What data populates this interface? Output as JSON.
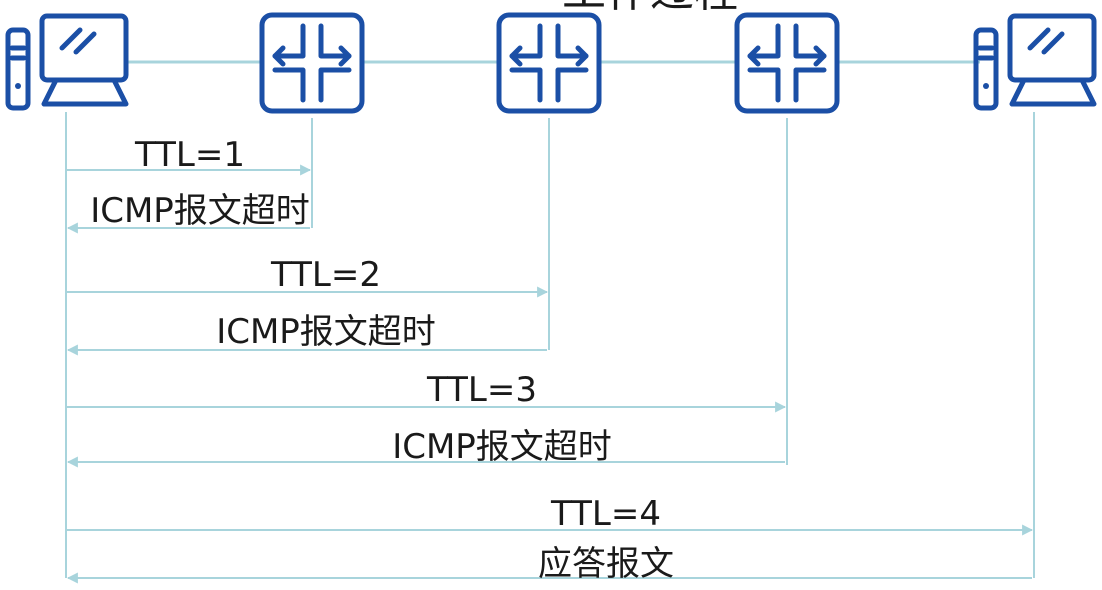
{
  "title": "工作过程",
  "colors": {
    "icon": "#1b4fa6",
    "line": "#a8d4dc",
    "text": "#1a1a1a",
    "background": "#ffffff"
  },
  "nodes": [
    {
      "id": "host-src",
      "icon": "computer-icon"
    },
    {
      "id": "router-1",
      "icon": "router-icon"
    },
    {
      "id": "router-2",
      "icon": "router-icon"
    },
    {
      "id": "router-3",
      "icon": "router-icon"
    },
    {
      "id": "host-dst",
      "icon": "computer-icon"
    }
  ],
  "exchanges": [
    {
      "from": "host-src",
      "to": "router-1",
      "request": "TTL=1",
      "reply": "ICMP报文超时"
    },
    {
      "from": "host-src",
      "to": "router-2",
      "request": "TTL=2",
      "reply": "ICMP报文超时"
    },
    {
      "from": "host-src",
      "to": "router-3",
      "request": "TTL=3",
      "reply": "ICMP报文超时"
    },
    {
      "from": "host-src",
      "to": "host-dst",
      "request": "TTL=4",
      "reply": "应答报文"
    }
  ]
}
